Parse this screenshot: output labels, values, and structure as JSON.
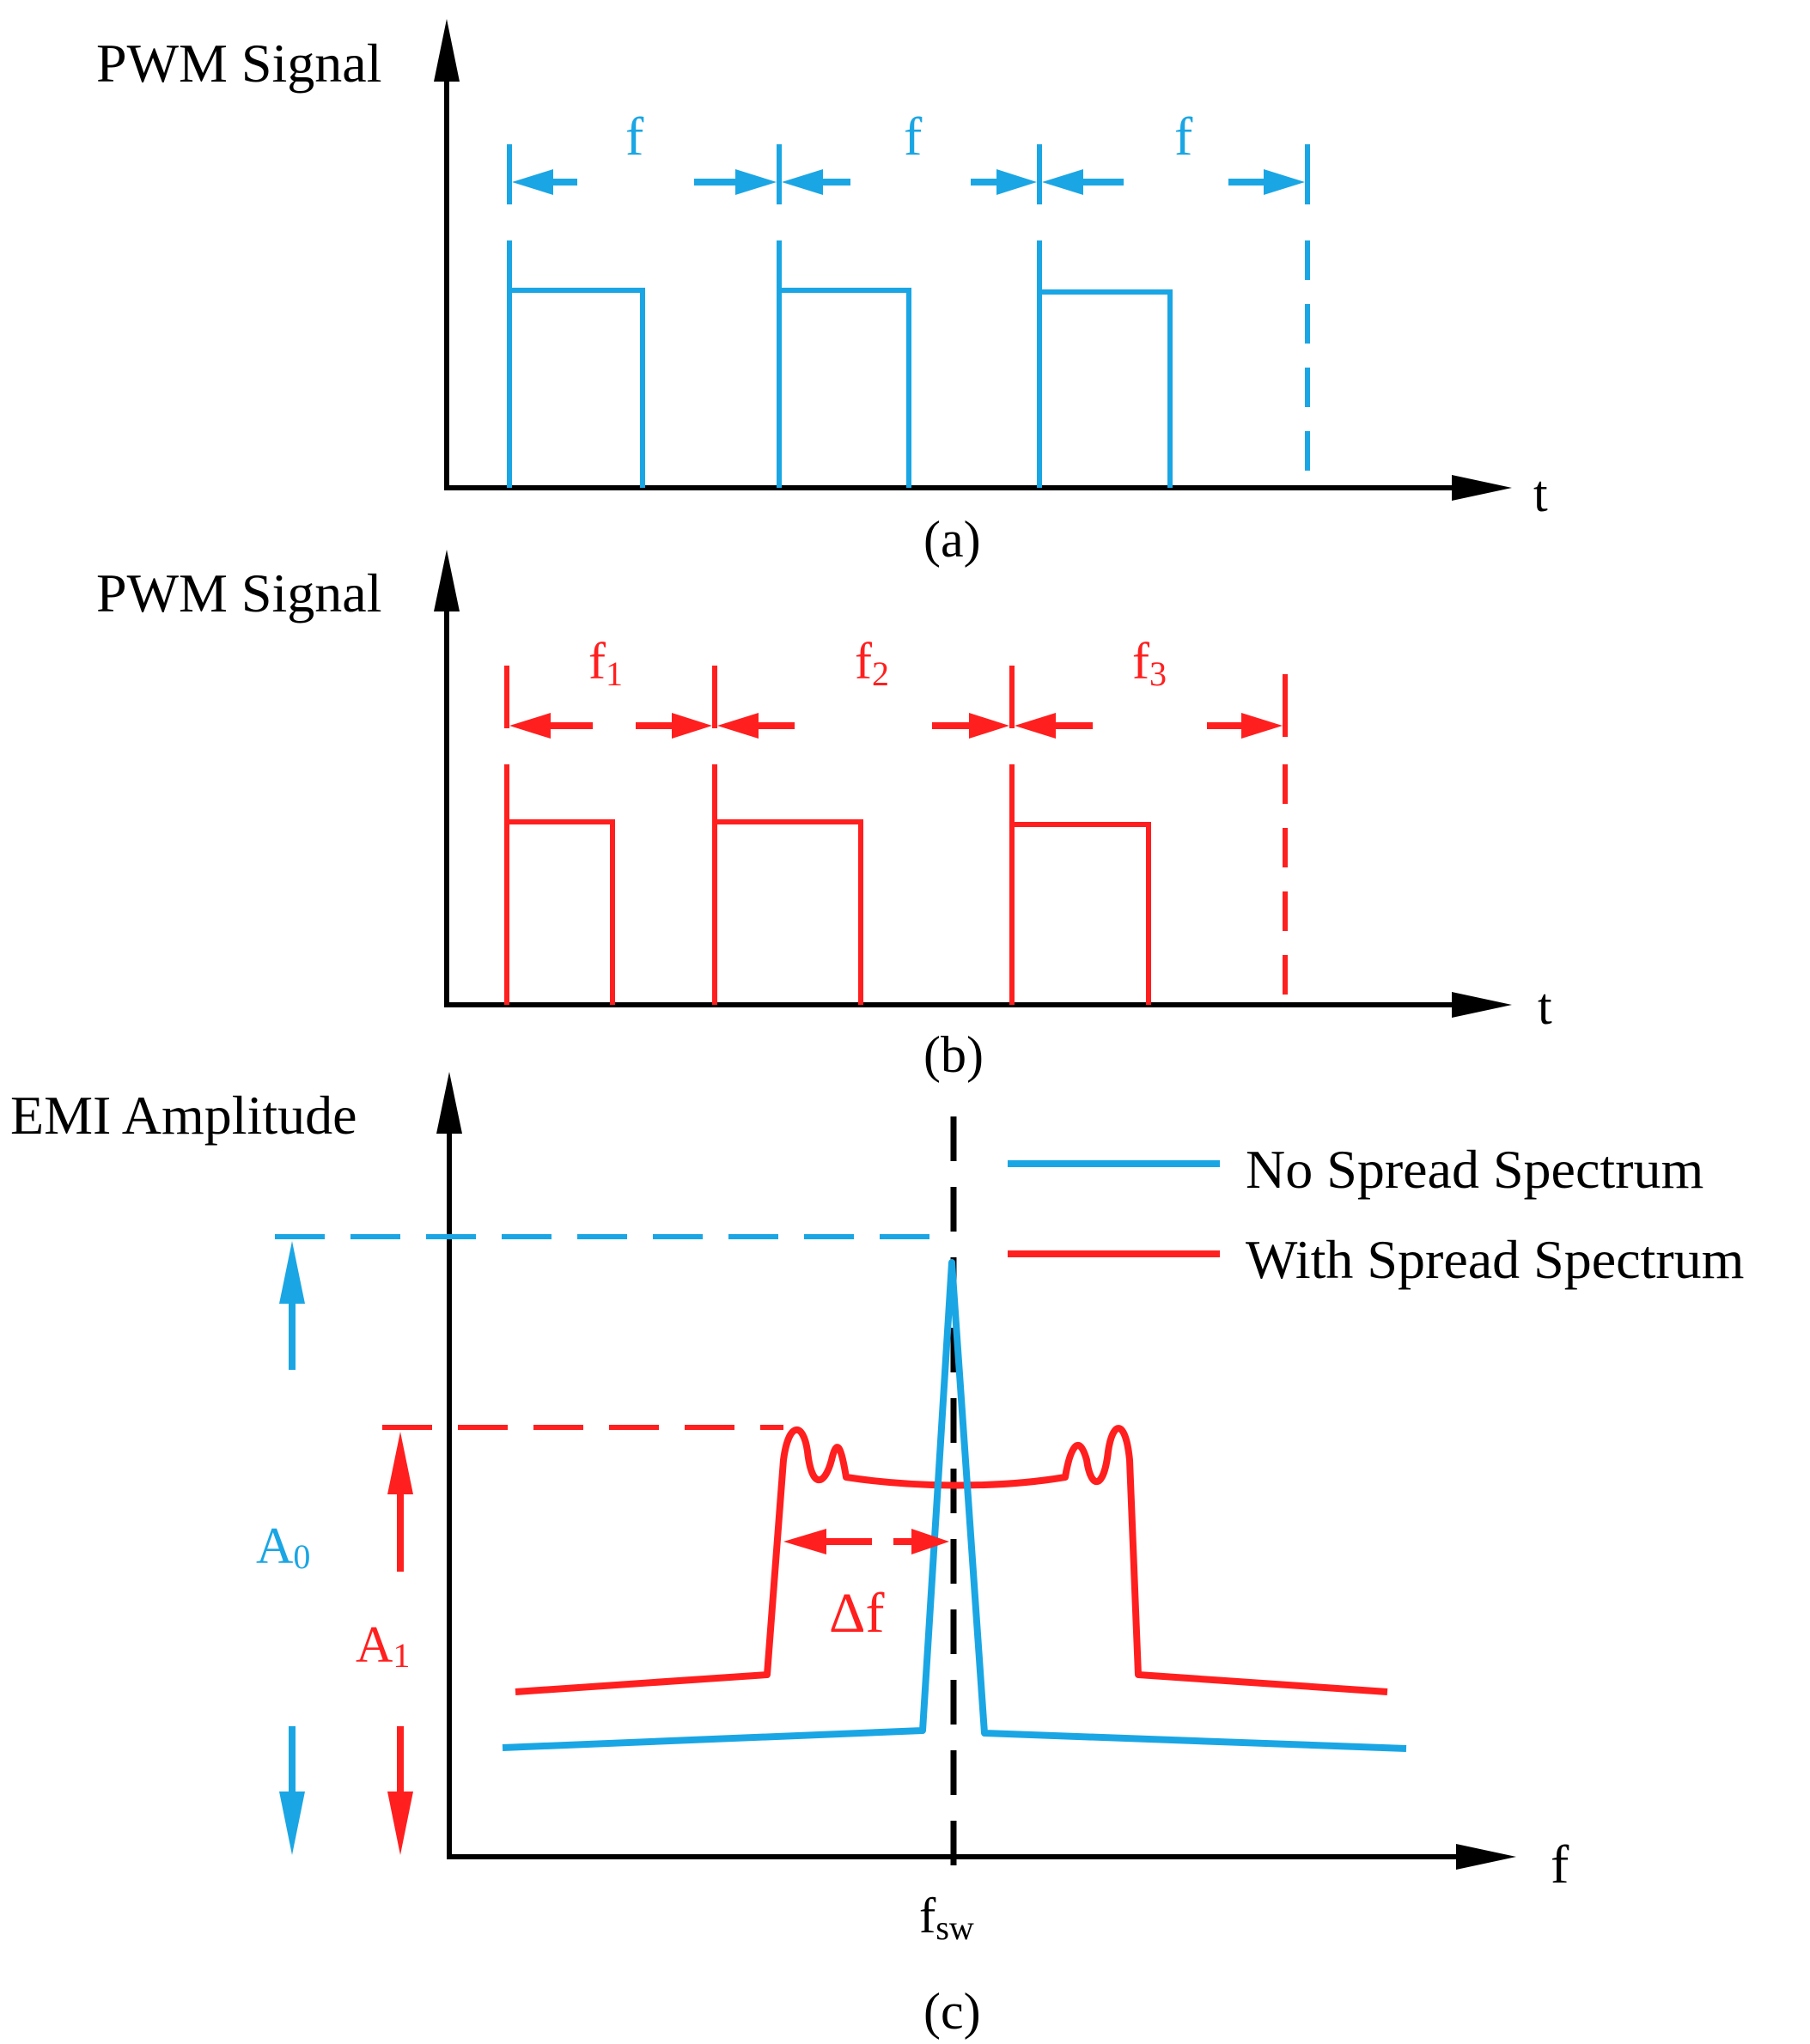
{
  "colors": {
    "blue": "#1aa6e4",
    "red": "#ff1f1f",
    "black": "#000000"
  },
  "panel_a": {
    "y_label": "PWM Signal",
    "x_label": "t",
    "caption": "(a)",
    "period_labels": [
      "f",
      "f",
      "f"
    ]
  },
  "panel_b": {
    "y_label": "PWM Signal",
    "x_label": "t",
    "caption": "(b)",
    "period_labels": [
      {
        "base": "f",
        "sub": "1"
      },
      {
        "base": "f",
        "sub": "2"
      },
      {
        "base": "f",
        "sub": "3"
      }
    ]
  },
  "panel_c": {
    "y_label": "EMI Amplitude",
    "x_label": "f",
    "caption": "(c)",
    "center_freq": {
      "base": "f",
      "sub": "sw"
    },
    "legend": [
      {
        "label": "No Spread Spectrum",
        "color": "#1aa6e4"
      },
      {
        "label": "With Spread Spectrum",
        "color": "#ff1f1f"
      }
    ],
    "amp_no_spread": {
      "base": "A",
      "sub": "0"
    },
    "amp_spread": {
      "base": "A",
      "sub": "1"
    },
    "delta_label": "Δf"
  }
}
